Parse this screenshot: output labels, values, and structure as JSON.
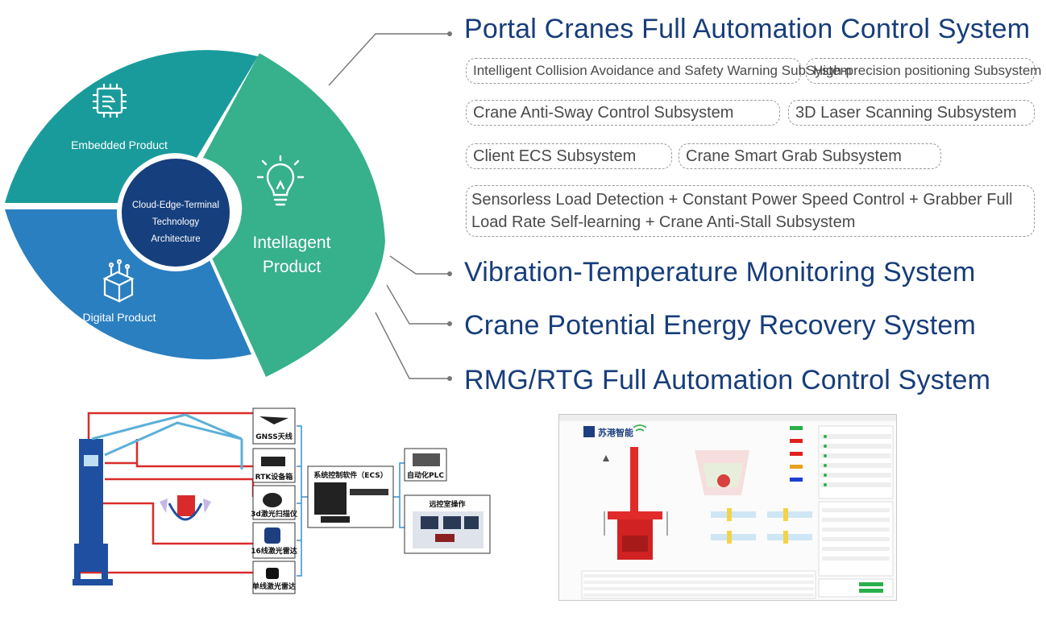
{
  "wheel": {
    "center_line1": "Cloud-Edge-Terminal",
    "center_line2": "Technology",
    "center_line3": "Architecture",
    "embedded": "Embedded Product",
    "digital": "Digital Product",
    "intelligent_line1": "Intellagent",
    "intelligent_line2": "Product",
    "colors": {
      "teal": "#1a9b9b",
      "blue": "#2a7fc0",
      "green": "#37b08c",
      "navy": "#163f7d"
    }
  },
  "systems": {
    "portal": "Portal Cranes Full Automation Control System",
    "vibration": "Vibration-Temperature Monitoring System",
    "energy": "Crane Potential Energy Recovery System",
    "rmg": "RMG/RTG Full Automation Control System"
  },
  "subsystems": [
    "Intelligent Collision Avoidance and Safety Warning SubSystem",
    "High-precision positioning Subsystem",
    "Crane Anti-Sway Control Subsystem",
    "3D Laser Scanning Subsystem",
    "Client ECS Subsystem",
    "Crane Smart Grab Subsystem",
    "Sensorless Load Detection + Constant Power Speed Control + Grabber Full Load Rate Self-learning + Crane Anti-Stall Subsystem"
  ],
  "crane_diagram": {
    "gnss": "GNSS天线",
    "rtk": "RTK设备箱",
    "laser3d": "3d激光扫描仪",
    "lidar16": "16线激光雷达",
    "lidar_single": "单线激光雷达",
    "ecs": "系统控制软件（ECS）",
    "plc": "自动化PLC",
    "remote": "远控室操作"
  },
  "screen": {
    "brand": "苏港智能"
  }
}
